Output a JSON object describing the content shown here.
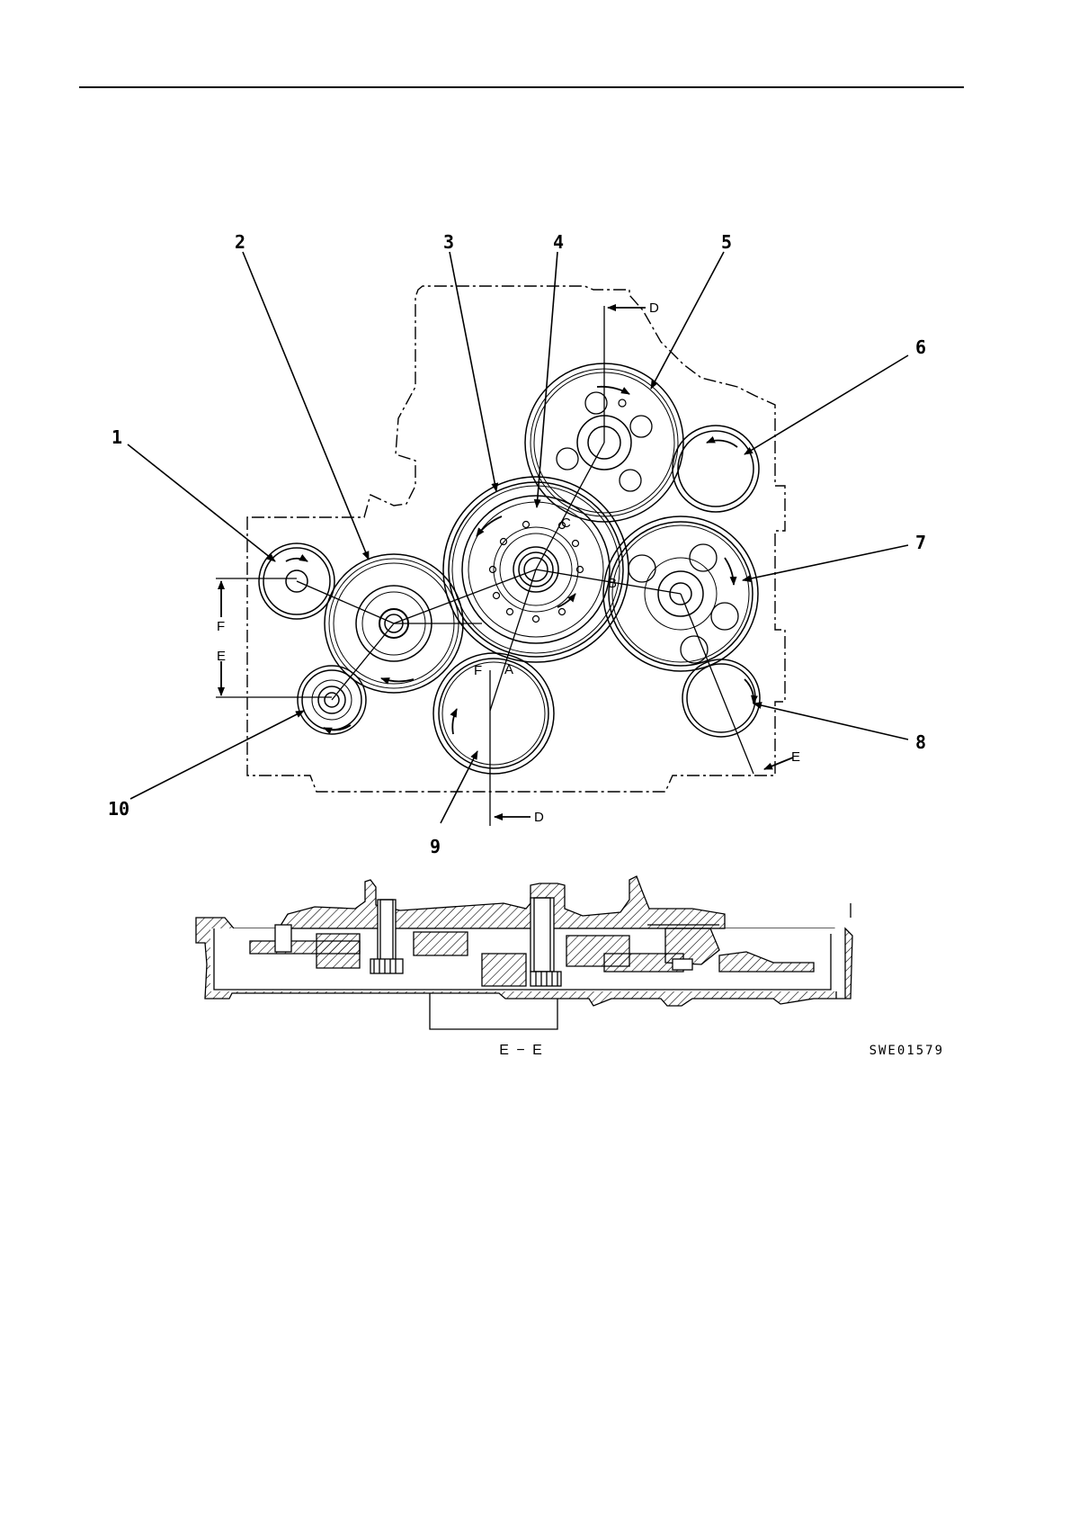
{
  "callouts": [
    "1",
    "2",
    "3",
    "4",
    "5",
    "6",
    "7",
    "8",
    "9",
    "10"
  ],
  "section_marks": {
    "d_top": "D",
    "d_bottom": "D",
    "e_right": "E",
    "e_left": "E",
    "f_upper": "F",
    "f_lower": "F",
    "mark_a": "A",
    "mark_b": "B",
    "mark_c": "C"
  },
  "section_caption": "E − E",
  "figure_code": "SWE01579",
  "colors": {
    "line": "#000000",
    "background": "#ffffff"
  }
}
